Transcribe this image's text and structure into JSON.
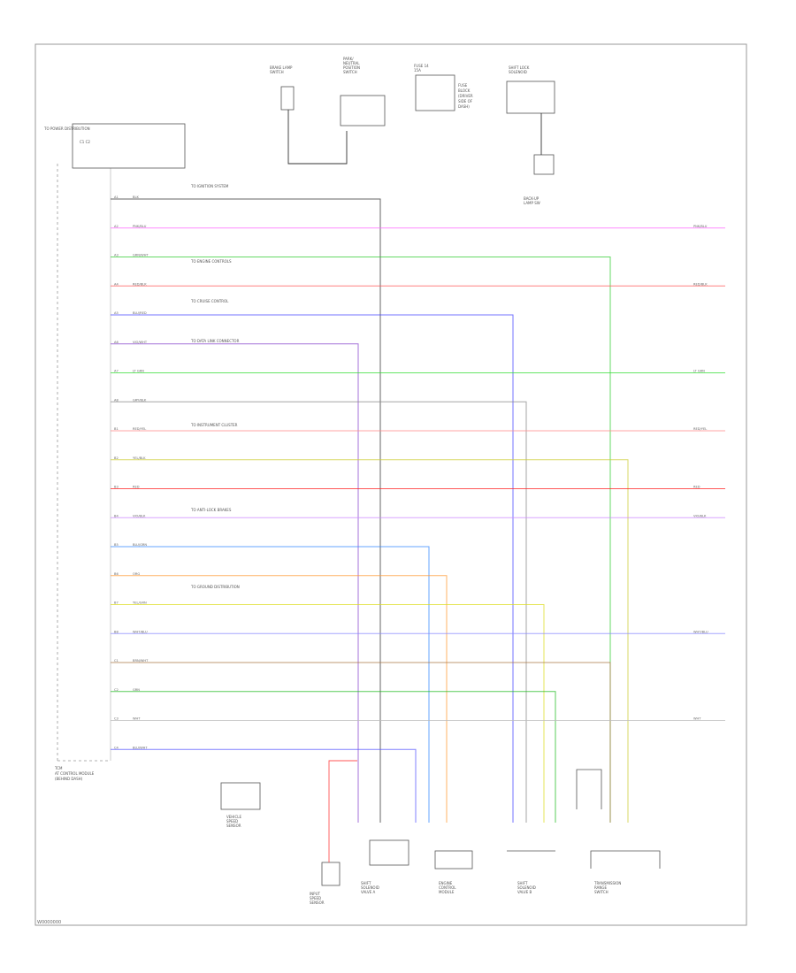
{
  "diagram": {
    "figure_code": "W0000000",
    "tcm_label": [
      "TCM",
      "AT CONTROL MODULE",
      "(BEHIND DASH)"
    ],
    "tcm_connector": "C1 C2",
    "components": {
      "brake_sw": [
        "BRAKE LAMP",
        "SWITCH"
      ],
      "park_neutral": [
        "PARK/",
        "NEUTRAL",
        "POSITION",
        "SWITCH"
      ],
      "fuse": [
        "FUSE 14",
        "15A"
      ],
      "fuse_note": [
        "FUSE",
        "BLOCK",
        "(DRIVER",
        "SIDE OF",
        "DASH)"
      ],
      "shift_lock": [
        "SHIFT LOCK",
        "SOLENOID"
      ],
      "rev_lamp": [
        "BACK-UP",
        "LAMP SW"
      ],
      "speed_sensor": [
        "VEHICLE",
        "SPEED",
        "SENSOR"
      ],
      "input_speed": [
        "INPUT",
        "SPEED",
        "SENSOR"
      ],
      "solenoid_a": [
        "SHIFT",
        "SOLENOID",
        "VALVE A"
      ],
      "solenoid_b": [
        "SHIFT",
        "SOLENOID",
        "VALVE B"
      ],
      "ecm": [
        "ENGINE",
        "CONTROL",
        "MODULE"
      ],
      "trans_range": [
        "TRANSMISSION",
        "RANGE",
        "SWITCH"
      ]
    },
    "notes": [
      "TO IGNITION SYSTEM",
      "TO ENGINE CONTROLS",
      "TO CRUISE CONTROL",
      "TO DATA LINK CONNECTOR",
      "TO INSTRUMENT CLUSTER",
      "TO ANTI-LOCK BRAKES",
      "TO POWER DISTRIBUTION",
      "TO GROUND DISTRIBUTION"
    ],
    "wires": [
      {
        "pin": "A1",
        "label": "BLK",
        "color": "#333333"
      },
      {
        "pin": "A2",
        "label": "PNK/BLU",
        "color": "#ff66ff"
      },
      {
        "pin": "A3",
        "label": "GRN/WHT",
        "color": "#33cc33"
      },
      {
        "pin": "A4",
        "label": "RED/BLK",
        "color": "#ff5555"
      },
      {
        "pin": "A5",
        "label": "BLU/RED",
        "color": "#4444ff"
      },
      {
        "pin": "A6",
        "label": "VIO/WHT",
        "color": "#8844cc"
      },
      {
        "pin": "A7",
        "label": "LT GRN",
        "color": "#33dd33"
      },
      {
        "pin": "A8",
        "label": "GRY/BLK",
        "color": "#888888"
      },
      {
        "pin": "B1",
        "label": "RED/YEL",
        "color": "#ff8888"
      },
      {
        "pin": "B2",
        "label": "YEL/BLK",
        "color": "#cccc33"
      },
      {
        "pin": "B3",
        "label": "RED",
        "color": "#ff2222"
      },
      {
        "pin": "B4",
        "label": "VIO/BLK",
        "color": "#cc88ff"
      },
      {
        "pin": "B5",
        "label": "BLU/GRN",
        "color": "#3388ff"
      },
      {
        "pin": "B6",
        "label": "ORG",
        "color": "#ff9933"
      },
      {
        "pin": "B7",
        "label": "YEL/GRN",
        "color": "#dddd22"
      },
      {
        "pin": "B8",
        "label": "WHT/BLU",
        "color": "#8888ff"
      },
      {
        "pin": "C1",
        "label": "BRN/WHT",
        "color": "#aa7744"
      },
      {
        "pin": "C2",
        "label": "GRN",
        "color": "#22bb22"
      },
      {
        "pin": "C3",
        "label": "WHT",
        "color": "#bbbbbb"
      },
      {
        "pin": "C4",
        "label": "BLU/WHT",
        "color": "#5555ff"
      }
    ]
  }
}
